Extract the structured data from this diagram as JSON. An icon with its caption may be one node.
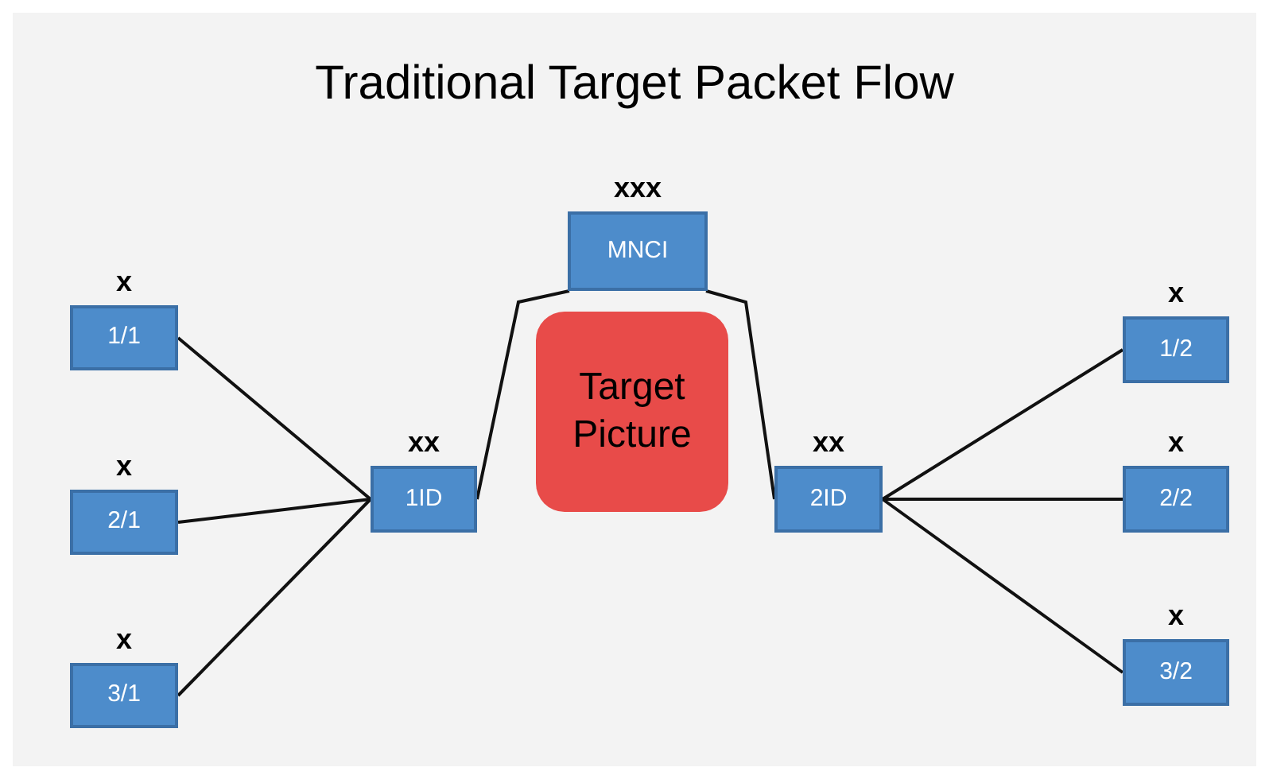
{
  "diagram": {
    "title": "Traditional Target Packet Flow",
    "nodes": [
      {
        "text": [
          "1/1"
        ],
        "beside": [
          "x"
        ]
      },
      {
        "text": [
          "2/1"
        ],
        "beside": [
          "x"
        ]
      },
      {
        "text": [
          "3/1"
        ],
        "beside": [
          "x"
        ]
      },
      {
        "text": [
          "1ID"
        ],
        "beside": [
          "xx"
        ]
      },
      {
        "text": [
          "MNCI"
        ],
        "beside": [
          "xxx"
        ]
      },
      {
        "text": [
          "Target Picture"
        ]
      },
      {
        "text": [
          "2ID"
        ],
        "beside": [
          "xx"
        ]
      },
      {
        "text": [
          "1/2"
        ],
        "beside": [
          "x"
        ]
      },
      {
        "text": [
          "2/2"
        ],
        "beside": [
          "x"
        ]
      },
      {
        "text": [
          "3/2"
        ],
        "beside": [
          "x"
        ]
      }
    ],
    "edges": [
      {
        "from": 0,
        "to": 3,
        "arrow": "none"
      },
      {
        "from": 1,
        "to": 3,
        "arrow": "none"
      },
      {
        "from": 2,
        "to": 3,
        "arrow": "none"
      },
      {
        "from": 3,
        "to": 4,
        "arrow": "none"
      },
      {
        "from": 4,
        "to": 6,
        "arrow": "none"
      },
      {
        "from": 6,
        "to": 7,
        "arrow": "none"
      },
      {
        "from": 6,
        "to": 8,
        "arrow": "none"
      },
      {
        "from": 6,
        "to": 9,
        "arrow": "none"
      }
    ]
  }
}
